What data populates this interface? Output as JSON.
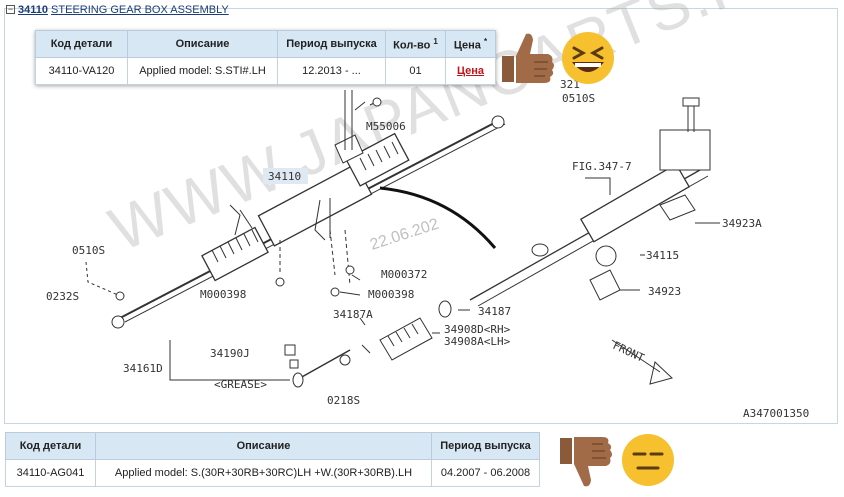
{
  "group": {
    "toggle": "−",
    "code": "34110",
    "title": "STEERING GEAR BOX ASSEMBLY"
  },
  "popup_table": {
    "headers": [
      "Код детали",
      "Описание",
      "Период выпуска",
      "Кол-во",
      "Цена"
    ],
    "qty_sup": "1",
    "price_sup": "*",
    "rows": [
      {
        "code": "34110-VA120",
        "desc": "Applied model: S.STI#.LH",
        "period": "12.2013 - ...",
        "qty": "01",
        "price": "Цена"
      }
    ]
  },
  "bottom_table": {
    "headers": [
      "Код детали",
      "Описание",
      "Период выпуска"
    ],
    "rows": [
      {
        "code": "34110-AG041",
        "desc": "Applied model: S.(30R+30RB+30RC)LH +W.(30R+30RB).LH",
        "period": "04.2007 - 06.2008"
      }
    ]
  },
  "watermark": "WWW.JAPANCARTS.RU",
  "date_stamp": "22.06.202",
  "diagram": {
    "ref_code": "A347001350",
    "fig_label": "FIG.347-7",
    "front_label": "FRONT",
    "labels": {
      "p34110": "34110",
      "p0510s_top": "0510S",
      "p0510s_left": "0510S",
      "m55006": "M55006",
      "p0232s": "0232S",
      "m000398_a": "M000398",
      "m000398_b": "M000398",
      "m000372": "M000372",
      "p34187a": "34187A",
      "p34187": "34187",
      "p34908d": "34908D<RH>",
      "p34908a": "34908A<LH>",
      "p34190j": "34190J",
      "p34161d": "34161D",
      "grease": "<GREASE>",
      "p0218s": "0218S",
      "p34923a": "34923A",
      "p34115": "34115",
      "p34923": "34923",
      "p321": "321"
    }
  },
  "colors": {
    "header_bg": "#d7e7f4",
    "price_link": "#c0141a",
    "link_blue": "#1a3c78"
  },
  "emojis": [
    "thumbs-up",
    "grinning-squinting-face",
    "thumbs-down",
    "expressionless-face"
  ]
}
